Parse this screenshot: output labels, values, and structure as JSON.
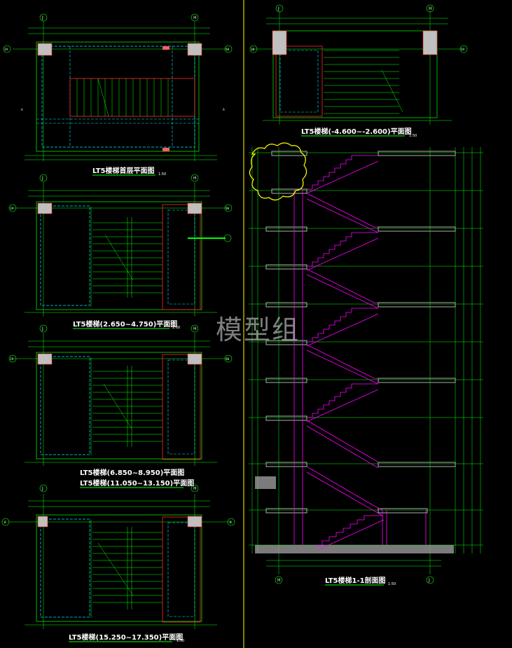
{
  "watermark": "模型组",
  "plans": [
    {
      "id": "ground",
      "title": "LT5楼梯首层平面图",
      "scale": "1:50",
      "top_axis": [
        "J",
        "H"
      ],
      "side_axis": [
        "19",
        "18"
      ],
      "section_mark": "A"
    },
    {
      "id": "p2650",
      "title": "LT5楼梯(2.650~4.750)平面图",
      "scale": "1:50",
      "top_axis": [
        "J",
        "H"
      ],
      "side_axis": [
        "19",
        "18"
      ]
    },
    {
      "id": "p6850",
      "title": "LT5楼梯(6.850~8.950)平面图",
      "title2": "LT5楼梯(11.050~13.150)平面图",
      "top_axis": [
        "J",
        "H"
      ],
      "side_axis": [
        "19",
        "18"
      ]
    },
    {
      "id": "p15250",
      "title": "LT5楼梯(15.250~17.350)平面图",
      "scale": "1:50",
      "top_axis": [
        "J",
        "H"
      ],
      "side_axis": [
        "B",
        "B"
      ]
    },
    {
      "id": "basement",
      "title": "LT5楼梯(-4.600~-2.600)平面图",
      "scale": "1:50",
      "top_axis": [
        "J",
        "H"
      ],
      "side_axis": [
        "18",
        "19"
      ]
    }
  ],
  "section": {
    "title": "LT5楼梯1-1剖面图",
    "scale": "1:50",
    "bottom_axis": [
      "H",
      "J"
    ]
  },
  "colors": {
    "background": "#000000",
    "column": "#c0c0c0",
    "wall": "#ff2a2a",
    "line": "#00ff00",
    "dashed": "#00e5ff",
    "stair": "#ff00ff",
    "cloud": "#ffff00",
    "hatch": "#b0b0b0"
  }
}
